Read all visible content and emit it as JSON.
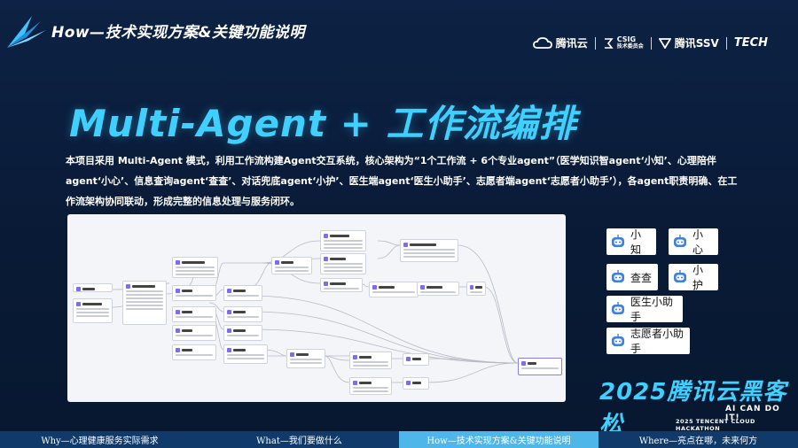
{
  "header": {
    "title": "How—技术实现方案&关键功能说明"
  },
  "brands": [
    {
      "name": "腾讯云"
    },
    {
      "name": "CSIG",
      "sub": "技术委员会"
    },
    {
      "name": "腾讯SSV"
    },
    {
      "name": "TECH"
    }
  ],
  "main": {
    "title": "Multi-Agent + 工作流编排",
    "description": "本项目采用 Multi-Agent 模式，利用工作流构建Agent交互系统，核心架构为“1个工作流 + 6个专业agent”（医学知识智agent‘小知’、心理陪伴agent‘小心’、信息查询agent‘查查’、对话兜底agent‘小护’、医生端agent‘医生小助手’、志愿者端agent‘志愿者小助手’），各agent职责明确、在工作流架构协同联动，形成完整的信息处理与服务闭环。"
  },
  "agents": [
    "小知",
    "小心",
    "查查",
    "小护",
    "医生小助手",
    "志愿者小助手"
  ],
  "hackathon": {
    "title": "2025腾讯云黑客松",
    "slogan": "AI CAN DO IT!",
    "subtitle": "2025 TENCENT CLOUD HACKATHON"
  },
  "nav": [
    {
      "label": "Why—心理健康服务实际需求",
      "active": false
    },
    {
      "label": "What—我们要做什么",
      "active": false
    },
    {
      "label": "How—技术实现方案&关键功能说明",
      "active": true
    },
    {
      "label": "Where—亮点在哪，未来何方",
      "active": false
    }
  ]
}
